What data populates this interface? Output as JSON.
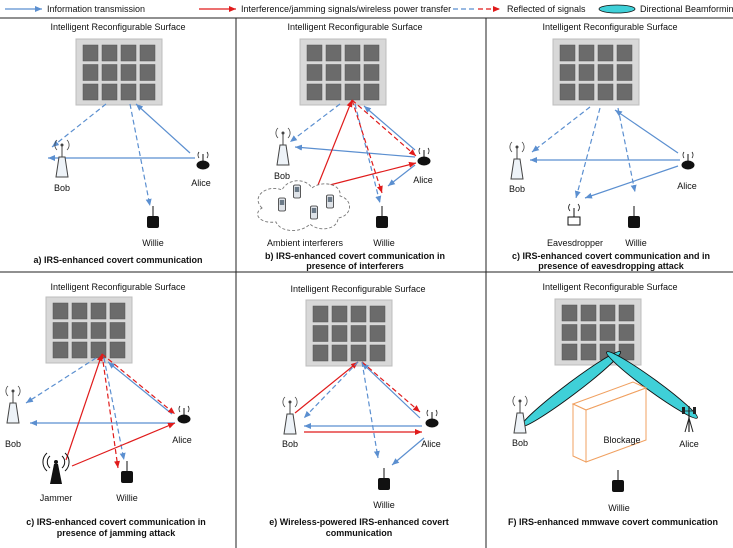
{
  "legend": {
    "info": "Information transmission",
    "interference": "Interference/jamming signals/wireless power transfer",
    "reflected": "Reflected of signals",
    "beam": "Directional Beamforming"
  },
  "colors": {
    "blue": "#5b8fd0",
    "red": "#e01b1b",
    "irs_bg": "#d8d8d8",
    "irs_cell": "#6b6b6b",
    "beam": "#3fd0d8"
  },
  "panels": [
    {
      "irs_label": "Intelligent Reconfigurable Surface",
      "caption": [
        "a) IRS-enhanced covert communication"
      ],
      "bob": "Bob",
      "alice": "Alice",
      "willie": "Willie"
    },
    {
      "irs_label": "Intelligent Reconfigurable Surface",
      "caption": [
        "b) IRS-enhanced covert communication in",
        "presence of interferers"
      ],
      "bob": "Bob",
      "alice": "Alice",
      "willie": "Willie",
      "extra": "Ambient interferers"
    },
    {
      "irs_label": "Intelligent Reconfigurable Surface",
      "caption": [
        "c) IRS-enhanced covert communication and in",
        "presence of eavesdropping attack"
      ],
      "bob": "Bob",
      "alice": "Alice",
      "willie": "Willie",
      "extra": "Eavesdropper"
    },
    {
      "irs_label": "Intelligent Reconfigurable Surface",
      "caption": [
        "c) IRS-enhanced covert communication in",
        "presence of jamming attack"
      ],
      "bob": "Bob",
      "alice": "Alice",
      "willie": "Willie",
      "extra": "Jammer"
    },
    {
      "irs_label": "Intelligent Reconfigurable Surface",
      "caption": [
        "e) Wireless-powered IRS-enhanced covert",
        "communication"
      ],
      "bob": "Bob",
      "alice": "Alice",
      "willie": "Willie"
    },
    {
      "irs_label": "Intelligent Reconfigurable Surface",
      "caption": [
        "F) IRS-enhanced mmwave covert communication"
      ],
      "bob": "Bob",
      "alice": "Alice",
      "willie": "Willie",
      "extra": "Blockage"
    }
  ]
}
